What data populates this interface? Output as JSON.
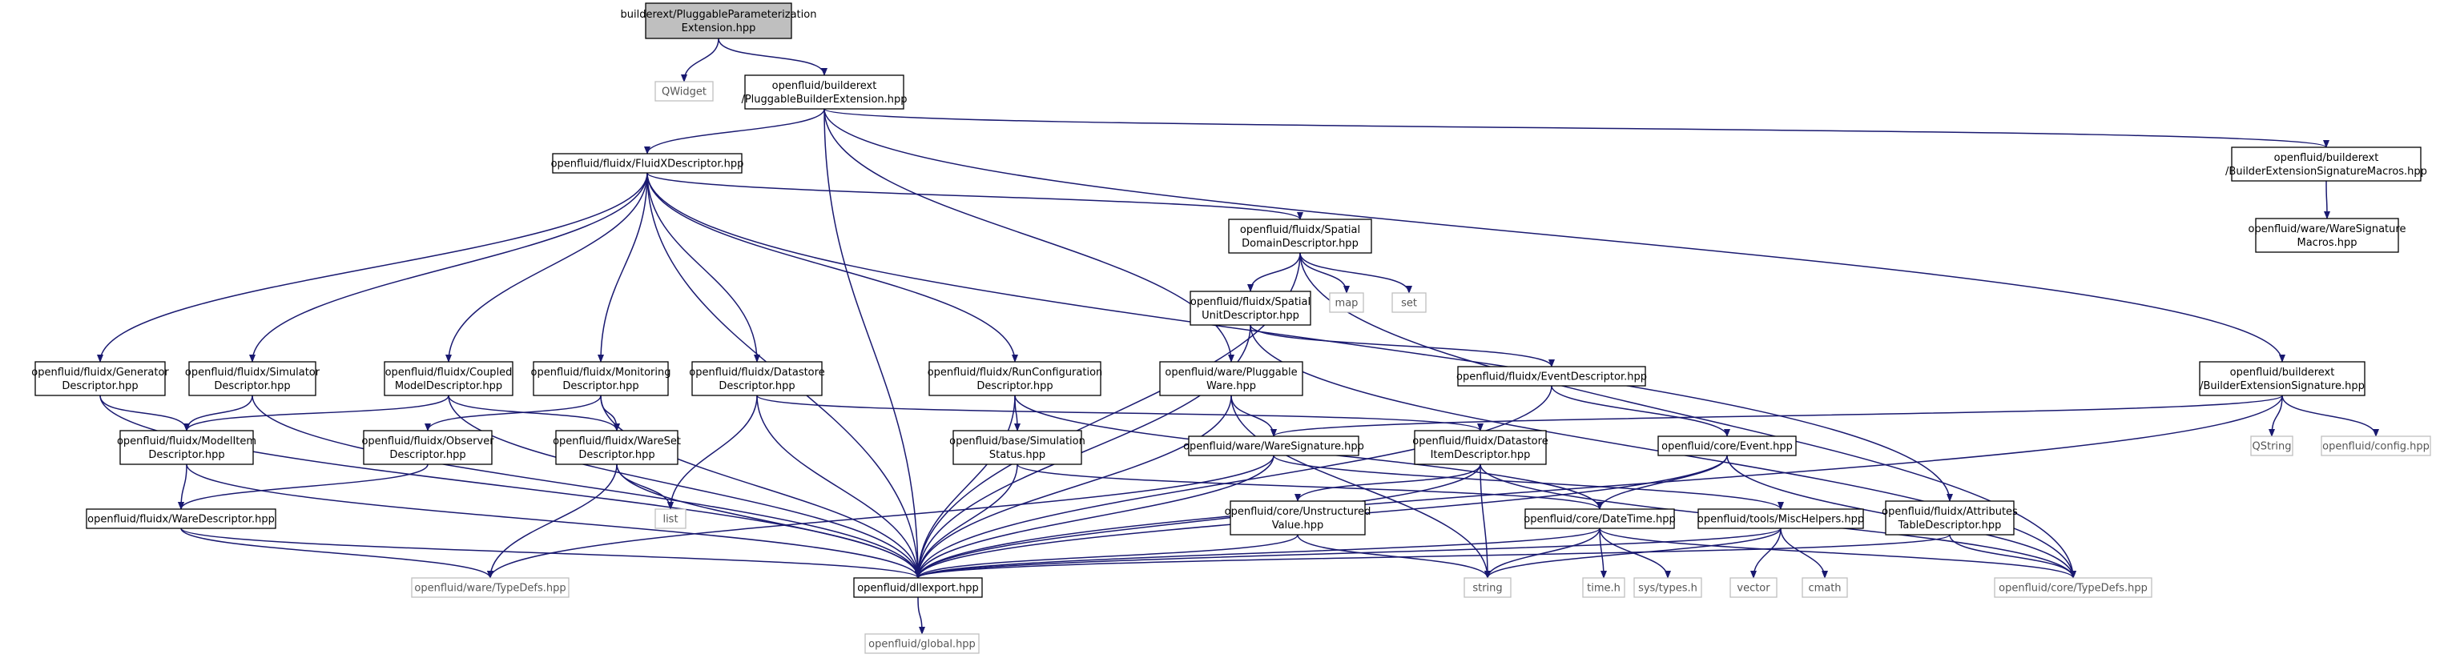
{
  "diagram": {
    "colors": {
      "edge": "#191970",
      "node_border": "#000000",
      "node_fill": "#ffffff",
      "root_fill": "#bfbfbf",
      "external_border": "#bfbfbf",
      "external_text": "#555555",
      "text": "#000000"
    },
    "nodes": [
      {
        "id": "root",
        "kind": "root",
        "lines": [
          "builderext/PluggableParameterization",
          "Extension.hpp"
        ]
      },
      {
        "id": "qwidget",
        "kind": "external",
        "lines": [
          "QWidget"
        ]
      },
      {
        "id": "pbe",
        "kind": "file",
        "lines": [
          "openfluid/builderext",
          "/PluggableBuilderExtension.hpp"
        ]
      },
      {
        "id": "besm",
        "kind": "file",
        "lines": [
          "openfluid/builderext",
          "/BuilderExtensionSignatureMacros.hpp"
        ]
      },
      {
        "id": "wsm",
        "kind": "file",
        "lines": [
          "openfluid/ware/WareSignature",
          "Macros.hpp"
        ]
      },
      {
        "id": "fxd",
        "kind": "file",
        "lines": [
          "openfluid/fluidx/FluidXDescriptor.hpp"
        ]
      },
      {
        "id": "sdd",
        "kind": "file",
        "lines": [
          "openfluid/fluidx/Spatial",
          "DomainDescriptor.hpp"
        ]
      },
      {
        "id": "map",
        "kind": "external",
        "lines": [
          "map"
        ]
      },
      {
        "id": "set",
        "kind": "external",
        "lines": [
          "set"
        ]
      },
      {
        "id": "sud",
        "kind": "file",
        "lines": [
          "openfluid/fluidx/Spatial",
          "UnitDescriptor.hpp"
        ]
      },
      {
        "id": "gend",
        "kind": "file",
        "lines": [
          "openfluid/fluidx/Generator",
          "Descriptor.hpp"
        ]
      },
      {
        "id": "simd",
        "kind": "file",
        "lines": [
          "openfluid/fluidx/Simulator",
          "Descriptor.hpp"
        ]
      },
      {
        "id": "cmd",
        "kind": "file",
        "lines": [
          "openfluid/fluidx/Coupled",
          "ModelDescriptor.hpp"
        ]
      },
      {
        "id": "mond",
        "kind": "file",
        "lines": [
          "openfluid/fluidx/Monitoring",
          "Descriptor.hpp"
        ]
      },
      {
        "id": "dsd",
        "kind": "file",
        "lines": [
          "openfluid/fluidx/Datastore",
          "Descriptor.hpp"
        ]
      },
      {
        "id": "rcd",
        "kind": "file",
        "lines": [
          "openfluid/fluidx/RunConfiguration",
          "Descriptor.hpp"
        ]
      },
      {
        "id": "pw",
        "kind": "file",
        "lines": [
          "openfluid/ware/Pluggable",
          "Ware.hpp"
        ]
      },
      {
        "id": "ed",
        "kind": "file",
        "lines": [
          "openfluid/fluidx/EventDescriptor.hpp"
        ]
      },
      {
        "id": "bes",
        "kind": "file",
        "lines": [
          "openfluid/builderext",
          "/BuilderExtensionSignature.hpp"
        ]
      },
      {
        "id": "qstring",
        "kind": "external",
        "lines": [
          "QString"
        ]
      },
      {
        "id": "config",
        "kind": "external",
        "lines": [
          "openfluid/config.hpp"
        ]
      },
      {
        "id": "mid",
        "kind": "file",
        "lines": [
          "openfluid/fluidx/ModelItem",
          "Descriptor.hpp"
        ]
      },
      {
        "id": "obsd",
        "kind": "file",
        "lines": [
          "openfluid/fluidx/Observer",
          "Descriptor.hpp"
        ]
      },
      {
        "id": "wsd",
        "kind": "file",
        "lines": [
          "openfluid/fluidx/WareSet",
          "Descriptor.hpp"
        ]
      },
      {
        "id": "sss",
        "kind": "file",
        "lines": [
          "openfluid/base/Simulation",
          "Status.hpp"
        ]
      },
      {
        "id": "ws",
        "kind": "file",
        "lines": [
          "openfluid/ware/WareSignature.hpp"
        ]
      },
      {
        "id": "did",
        "kind": "file",
        "lines": [
          "openfluid/fluidx/Datastore",
          "ItemDescriptor.hpp"
        ]
      },
      {
        "id": "event",
        "kind": "file",
        "lines": [
          "openfluid/core/Event.hpp"
        ]
      },
      {
        "id": "wd",
        "kind": "file",
        "lines": [
          "openfluid/fluidx/WareDescriptor.hpp"
        ]
      },
      {
        "id": "list",
        "kind": "external",
        "lines": [
          "list"
        ]
      },
      {
        "id": "uv",
        "kind": "file",
        "lines": [
          "openfluid/core/Unstructured",
          "Value.hpp"
        ]
      },
      {
        "id": "dt",
        "kind": "file",
        "lines": [
          "openfluid/core/DateTime.hpp"
        ]
      },
      {
        "id": "misc",
        "kind": "file",
        "lines": [
          "openfluid/tools/MiscHelpers.hpp"
        ]
      },
      {
        "id": "atd",
        "kind": "file",
        "lines": [
          "openfluid/fluidx/Attributes",
          "TableDescriptor.hpp"
        ]
      },
      {
        "id": "wtd",
        "kind": "external",
        "lines": [
          "openfluid/ware/TypeDefs.hpp"
        ]
      },
      {
        "id": "dllexp",
        "kind": "file",
        "lines": [
          "openfluid/dllexport.hpp"
        ]
      },
      {
        "id": "string",
        "kind": "external",
        "lines": [
          "string"
        ]
      },
      {
        "id": "timeh",
        "kind": "external",
        "lines": [
          "time.h"
        ]
      },
      {
        "id": "systypes",
        "kind": "external",
        "lines": [
          "sys/types.h"
        ]
      },
      {
        "id": "vector",
        "kind": "external",
        "lines": [
          "vector"
        ]
      },
      {
        "id": "cmath",
        "kind": "external",
        "lines": [
          "cmath"
        ]
      },
      {
        "id": "ctd",
        "kind": "external",
        "lines": [
          "openfluid/core/TypeDefs.hpp"
        ]
      },
      {
        "id": "global",
        "kind": "external",
        "lines": [
          "openfluid/global.hpp"
        ]
      }
    ],
    "edges": [
      {
        "from": "root",
        "to": "qwidget"
      },
      {
        "from": "root",
        "to": "pbe"
      },
      {
        "from": "pbe",
        "to": "fxd"
      },
      {
        "from": "pbe",
        "to": "pw"
      },
      {
        "from": "pbe",
        "to": "besm"
      },
      {
        "from": "pbe",
        "to": "bes"
      },
      {
        "from": "pbe",
        "to": "dllexp"
      },
      {
        "from": "besm",
        "to": "wsm"
      },
      {
        "from": "fxd",
        "to": "gend"
      },
      {
        "from": "fxd",
        "to": "simd"
      },
      {
        "from": "fxd",
        "to": "cmd"
      },
      {
        "from": "fxd",
        "to": "mond"
      },
      {
        "from": "fxd",
        "to": "dsd"
      },
      {
        "from": "fxd",
        "to": "rcd"
      },
      {
        "from": "fxd",
        "to": "sdd"
      },
      {
        "from": "fxd",
        "to": "dllexp"
      },
      {
        "from": "fxd",
        "to": "atd"
      },
      {
        "from": "sdd",
        "to": "sud"
      },
      {
        "from": "sdd",
        "to": "map"
      },
      {
        "from": "sdd",
        "to": "set"
      },
      {
        "from": "sdd",
        "to": "dllexp"
      },
      {
        "from": "sdd",
        "to": "ctd"
      },
      {
        "from": "sud",
        "to": "ed"
      },
      {
        "from": "sud",
        "to": "dllexp"
      },
      {
        "from": "sud",
        "to": "ctd"
      },
      {
        "from": "gend",
        "to": "mid"
      },
      {
        "from": "gend",
        "to": "dllexp"
      },
      {
        "from": "simd",
        "to": "mid"
      },
      {
        "from": "simd",
        "to": "dllexp"
      },
      {
        "from": "cmd",
        "to": "mid"
      },
      {
        "from": "cmd",
        "to": "wsd"
      },
      {
        "from": "cmd",
        "to": "dllexp"
      },
      {
        "from": "mond",
        "to": "obsd"
      },
      {
        "from": "mond",
        "to": "wsd"
      },
      {
        "from": "mond",
        "to": "dllexp"
      },
      {
        "from": "dsd",
        "to": "did"
      },
      {
        "from": "dsd",
        "to": "list"
      },
      {
        "from": "dsd",
        "to": "dllexp"
      },
      {
        "from": "rcd",
        "to": "sss"
      },
      {
        "from": "rcd",
        "to": "dllexp"
      },
      {
        "from": "rcd",
        "to": "dt"
      },
      {
        "from": "pw",
        "to": "ws"
      },
      {
        "from": "pw",
        "to": "dllexp"
      },
      {
        "from": "pw",
        "to": "string"
      },
      {
        "from": "ed",
        "to": "event"
      },
      {
        "from": "ed",
        "to": "dllexp"
      },
      {
        "from": "bes",
        "to": "ws"
      },
      {
        "from": "bes",
        "to": "qstring"
      },
      {
        "from": "bes",
        "to": "config"
      },
      {
        "from": "bes",
        "to": "dllexp"
      },
      {
        "from": "mid",
        "to": "wd"
      },
      {
        "from": "mid",
        "to": "dllexp"
      },
      {
        "from": "obsd",
        "to": "wd"
      },
      {
        "from": "wsd",
        "to": "list"
      },
      {
        "from": "wsd",
        "to": "wtd"
      },
      {
        "from": "wsd",
        "to": "dllexp"
      },
      {
        "from": "sss",
        "to": "dt"
      },
      {
        "from": "sss",
        "to": "dllexp"
      },
      {
        "from": "ws",
        "to": "misc"
      },
      {
        "from": "ws",
        "to": "wtd"
      },
      {
        "from": "ws",
        "to": "dllexp"
      },
      {
        "from": "did",
        "to": "uv"
      },
      {
        "from": "did",
        "to": "string"
      },
      {
        "from": "did",
        "to": "dllexp"
      },
      {
        "from": "did",
        "to": "ctd"
      },
      {
        "from": "event",
        "to": "dt"
      },
      {
        "from": "event",
        "to": "dllexp"
      },
      {
        "from": "event",
        "to": "ctd"
      },
      {
        "from": "wd",
        "to": "wtd"
      },
      {
        "from": "wd",
        "to": "dllexp"
      },
      {
        "from": "uv",
        "to": "dllexp"
      },
      {
        "from": "uv",
        "to": "string"
      },
      {
        "from": "dt",
        "to": "string"
      },
      {
        "from": "dt",
        "to": "timeh"
      },
      {
        "from": "dt",
        "to": "systypes"
      },
      {
        "from": "dt",
        "to": "dllexp"
      },
      {
        "from": "dt",
        "to": "ctd"
      },
      {
        "from": "misc",
        "to": "string"
      },
      {
        "from": "misc",
        "to": "vector"
      },
      {
        "from": "misc",
        "to": "cmath"
      },
      {
        "from": "misc",
        "to": "dllexp"
      },
      {
        "from": "atd",
        "to": "dllexp"
      },
      {
        "from": "atd",
        "to": "ctd"
      },
      {
        "from": "dllexp",
        "to": "global"
      }
    ]
  }
}
